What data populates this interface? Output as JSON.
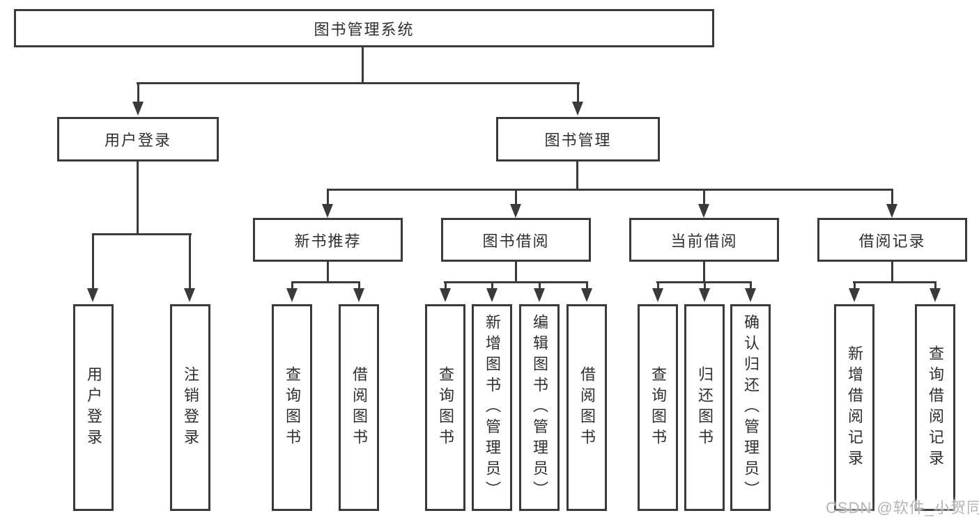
{
  "theme": {
    "line_color": "#3a3a3c",
    "text_color": "#2f2f31",
    "background": "#ffffff",
    "watermark_color": "#b4b4b4"
  },
  "nodes": {
    "root": {
      "label": "图书管理系统"
    },
    "user_login": {
      "label": "用户登录"
    },
    "book_management": {
      "label": "图书管理"
    },
    "new_book_recommend": {
      "label": "新书推荐"
    },
    "book_borrow": {
      "label": "图书借阅"
    },
    "current_borrow": {
      "label": "当前借阅"
    },
    "borrow_records": {
      "label": "借阅记录"
    },
    "leaves": {
      "login": "用户登录",
      "logout": "注销登录",
      "newrec_query_books": "查询图书",
      "newrec_borrow_books": "借阅图书",
      "borrow_query_books": "查询图书",
      "borrow_add_books": "新增图书（管理员）",
      "borrow_edit_books": "编辑图书（管理员）",
      "borrow_borrow_books": "借阅图书",
      "current_query_books": "查询图书",
      "current_return_books": "归还图书",
      "current_confirm_return": "确认归还（管理员）",
      "records_add_record": "新增借阅记录",
      "records_query_record": "查询借阅记录"
    }
  },
  "watermark": "CSDN @软件_小贺同学"
}
